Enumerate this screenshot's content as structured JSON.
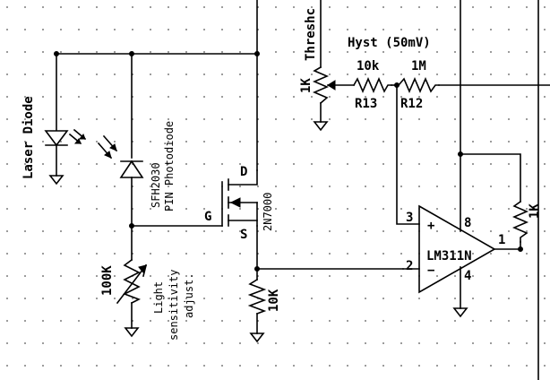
{
  "labels": {
    "threshold": "Threshc",
    "hyst": "Hyst (50mV)",
    "r13_value": "10k",
    "r12_value": "1M",
    "r13_name": "R13",
    "r12_name": "R12",
    "pot_1k": "1K",
    "laser": "Laser Diode",
    "photodiode_part": "SFH2030",
    "photodiode_desc": "PIN Photodiode",
    "drain": "D",
    "gate": "G",
    "source": "S",
    "mosfet": "2N7000",
    "pot_100k": "100K",
    "light_1": "Light",
    "light_2": "sensitivity",
    "light_3": "adjust.",
    "r_10k": "10K",
    "opamp": "LM311N",
    "pin3": "3",
    "pin8": "8",
    "pin2": "2",
    "pin4": "4",
    "pin1": "1",
    "plus": "+",
    "minus": "−",
    "r_out_1k": "1K"
  }
}
